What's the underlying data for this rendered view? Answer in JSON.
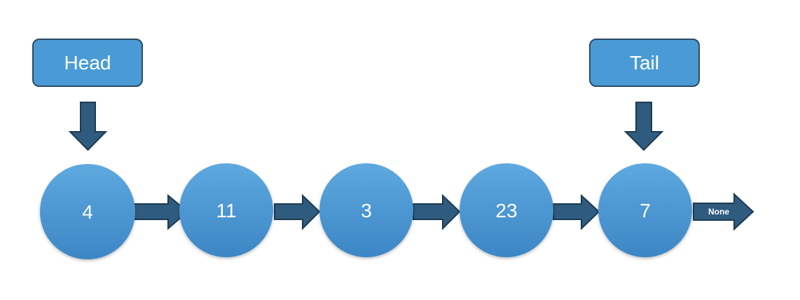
{
  "pointers": {
    "head": "Head",
    "tail": "Tail"
  },
  "nodes": [
    {
      "value": "4"
    },
    {
      "value": "11"
    },
    {
      "value": "3"
    },
    {
      "value": "23"
    },
    {
      "value": "7"
    }
  ],
  "terminator": "None",
  "colors": {
    "node_fill_top": "#5aa6dd",
    "node_fill_bottom": "#3f8ac8",
    "label_box_fill": "#4a9bd5",
    "label_box_stroke": "#2c4a63",
    "arrow_fill": "#2f5b7e",
    "arrow_stroke": "#1d3a52"
  }
}
